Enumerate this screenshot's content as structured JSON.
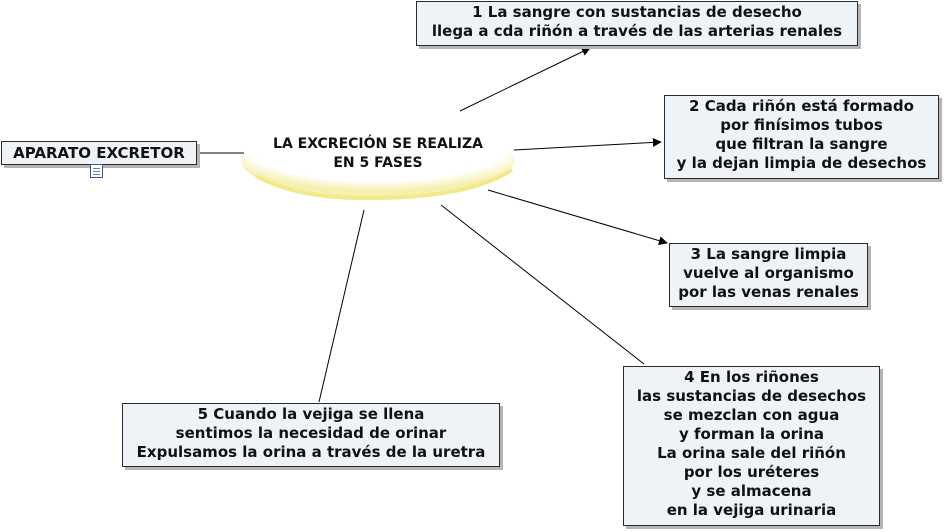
{
  "root_topic": "APARATO EXCRETOR",
  "central_topic": "LA EXCRECIÓN SE REALIZA\nEN 5 FASES",
  "phases": [
    "1 La sangre con sustancias de desecho\nllega a cda riñón a través de las arterias renales",
    "2 Cada riñón está formado\npor finísimos tubos\nque filtran la sangre\ny la dejan limpia de desechos",
    "3 La sangre limpia\nvuelve al organismo\npor las venas renales",
    "4 En los riñones\nlas sustancias de desechos\nse mezclan con agua\ny forman la orina\nLa orina sale del riñón\npor los uréteres\ny se almacena\nen la vejiga urinaria",
    "5 Cuando la vejiga se llena\nsentimos la necesidad de orinar\nExpulsamos la orina a través de la uretra"
  ],
  "icons": {
    "attachment": "document-icon"
  },
  "colors": {
    "node_fill": "#eef3f8",
    "node_border": "#2b2b2b",
    "ellipse_glow": "#f2e98a"
  }
}
